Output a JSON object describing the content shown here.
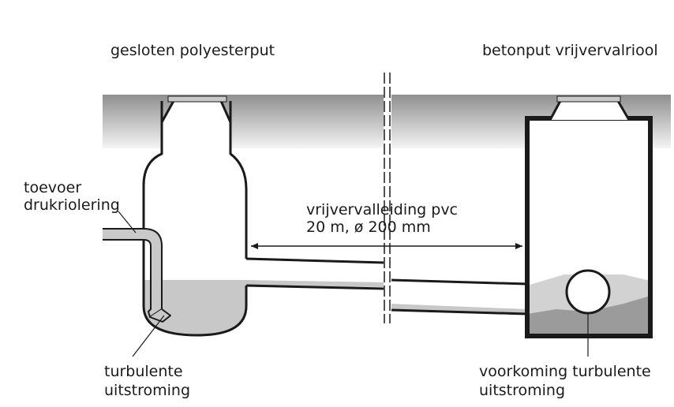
{
  "labels": {
    "left_title": "gesloten polyesterput",
    "right_title": "betonput vrijvervalriool",
    "feed_line1": "toevoer",
    "feed_line2": "drukriolering",
    "pipe_line1": "vrijvervalleiding pvc",
    "pipe_line2": "20 m, ø 200 mm",
    "turb_line1": "turbulente",
    "turb_line2": "uitstroming",
    "prev_line1": "voorkoming turbulente",
    "prev_line2": "uitstroming"
  },
  "colors": {
    "ground_top": "#8f8f8f",
    "ground_bottom": "#f2f2f2",
    "water": "#c8c8c8",
    "water_dark": "#9b9b9b",
    "lid": "#c9c9c9",
    "outline": "#1a1a1a"
  }
}
